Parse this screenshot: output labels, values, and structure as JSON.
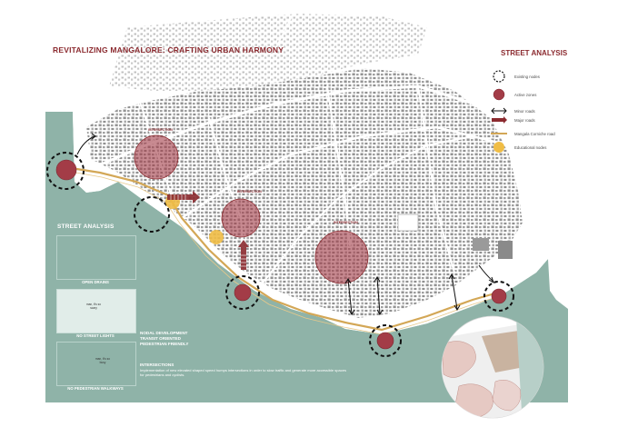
{
  "poster": {
    "title": "REVITALIZING MANGALORE: CRAFTING URBAN HARMONY"
  },
  "legend": {
    "title": "STREET ANALYSIS",
    "items": [
      {
        "label": "Existing nodes",
        "icon": "dashed-circle-icon"
      },
      {
        "label": "Active zones",
        "icon": "red-circle-icon"
      },
      {
        "label": "Minor roads",
        "icon": "double-arrow-icon"
      },
      {
        "label": "Major roads",
        "icon": "major-arrow-icon"
      },
      {
        "label": "Mangala Corniche road",
        "icon": "corniche-line-icon"
      },
      {
        "label": "Educational nodes",
        "icon": "yellow-dot-icon"
      }
    ]
  },
  "street_panel": {
    "title": "STREET ANALYSIS",
    "items": [
      {
        "label": "OPEN DRAINS"
      },
      {
        "label": "NO STREET LIGHTS",
        "bubble": "man, it's so scary"
      },
      {
        "label": "NO PEDESTRIAN WALKWAYS",
        "bubble": "man, it's so busy"
      }
    ]
  },
  "notes": {
    "lines": [
      "NODAL DEVELOPMENT",
      "TRANSIT ORIENTED",
      "PEDESTRIAN FRIENDLY"
    ],
    "intersections_title": "INTERSECTIONS",
    "intersections_body": "Implementation of new elevated shaped speed humps intersections in order to slow traffic and generate more accessible spaces for pedestrians and cyclists."
  },
  "zones": [
    {
      "label": "INTERSECTION"
    },
    {
      "label": "INTERSECTION"
    },
    {
      "label": "INTERSECTION"
    }
  ],
  "colors": {
    "sea": "#8fb3a8",
    "active_zone": "#a33c47",
    "major_road": "#8b2a2f",
    "corniche": "#d3a756",
    "educational": "#f0bd45",
    "buildings": "#8e8e8e"
  }
}
